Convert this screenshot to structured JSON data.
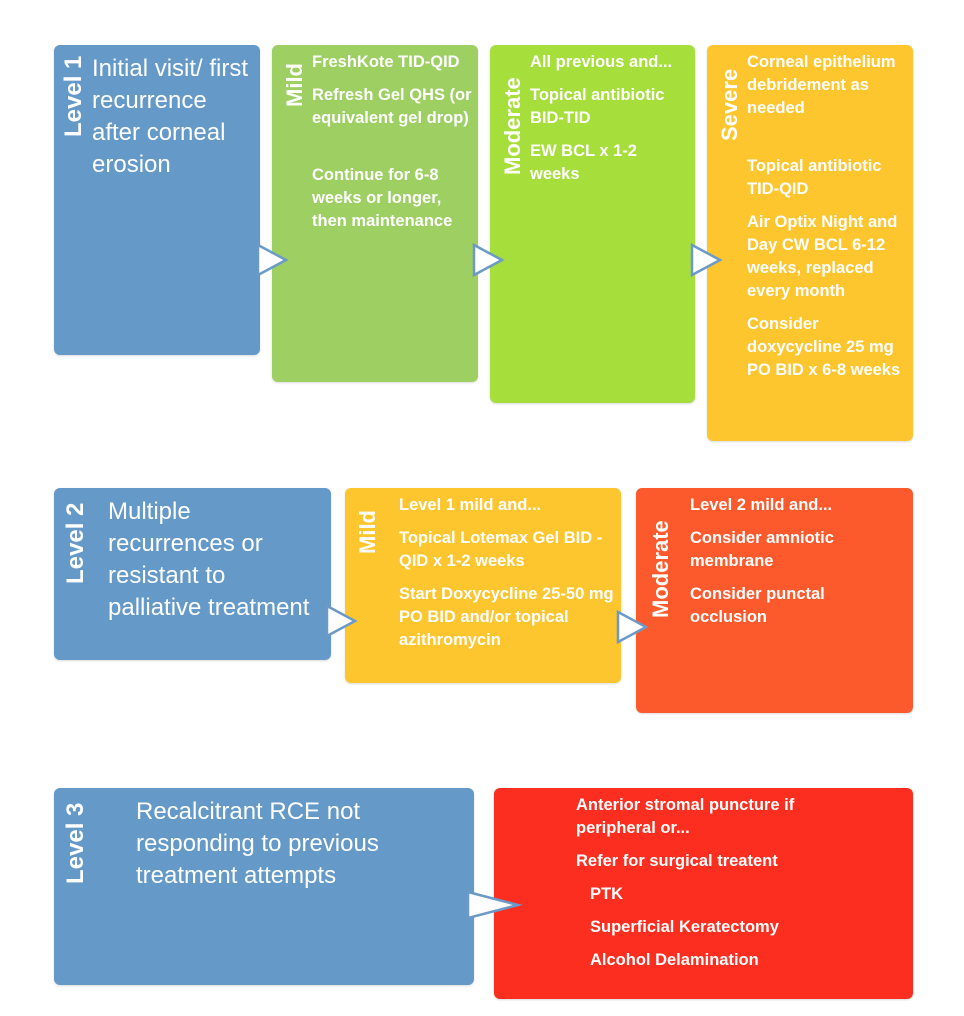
{
  "level1": {
    "label": "Level 1",
    "title": "Initial visit/ first recurrence after corneal erosion",
    "mild": {
      "label": "Mild",
      "items": [
        "FreshKote TID-QID",
        "Refresh Gel QHS (or equivalent gel drop)",
        "Continue for 6-8 weeks or longer, then maintenance"
      ]
    },
    "moderate": {
      "label": "Moderate",
      "items": [
        "All previous and...",
        "Topical antibiotic BID-TID",
        "EW BCL x 1-2 weeks"
      ]
    },
    "severe": {
      "label": "Severe",
      "items": [
        "Corneal epithelium debridement as needed",
        "Topical antibiotic TID-QID",
        "Air Optix Night and Day CW BCL 6-12 weeks, replaced every month",
        "Consider doxycycline 25 mg PO BID x 6-8 weeks"
      ]
    }
  },
  "level2": {
    "label": "Level 2",
    "title": "Multiple recurrences or resistant to palliative treatment",
    "mild": {
      "label": "Mild",
      "items": [
        "Level 1 mild and...",
        "Topical Lotemax  Gel BID -QID x 1-2 weeks",
        "Start Doxycycline 25-50 mg PO BID  and/or topical azithromycin"
      ]
    },
    "moderate": {
      "label": "Moderate",
      "items": [
        "Level 2 mild and...",
        "Consider amniotic membrane",
        "Consider punctal occlusion"
      ]
    }
  },
  "level3": {
    "label": "Level 3",
    "title": "Recalcitrant RCE not responding to previous treatment attempts",
    "treatment": {
      "items": [
        "Anterior stromal puncture if peripheral or...",
        "Refer for surgical treatent",
        "PTK",
        "Superficial Keratectomy",
        "Alcohol Delamination"
      ]
    }
  },
  "colors": {
    "level_blue": "#6499c8",
    "mild_green": "#9dcf62",
    "moderate_lime": "#a6de3c",
    "severe_yellow": "#fdc52e",
    "moderate_orange": "#fc5a2d",
    "level3_red": "#fb2e1f",
    "arrow_fill": "#ffffff",
    "arrow_stroke": "#6b9ac8"
  }
}
